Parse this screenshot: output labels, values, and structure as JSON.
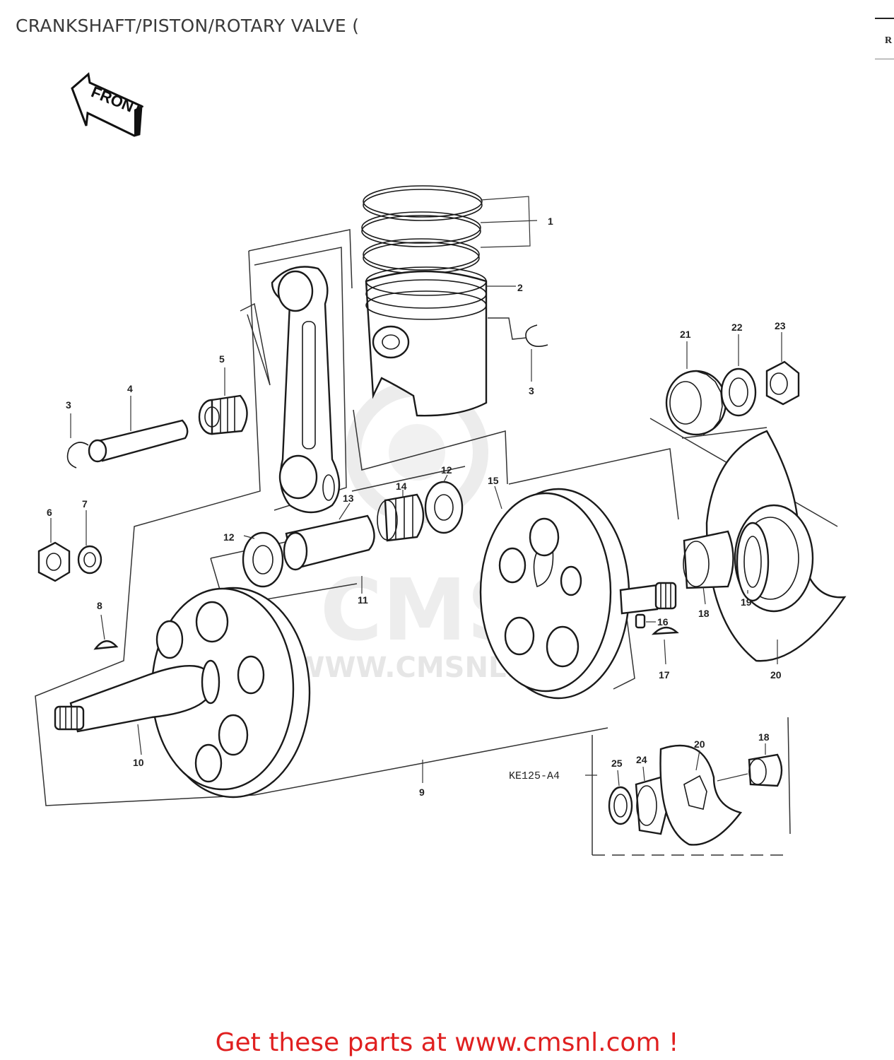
{
  "title": "CRANKSHAFT/PISTON/ROTARY VALVE (",
  "corner_mark": "R",
  "front_label": "FRONT",
  "watermark": {
    "logo_text": "CMS",
    "url_text": "WWW.CMSNL.COM"
  },
  "model_code": "KE125-A4",
  "callouts": {
    "c1": "1",
    "c2": "2",
    "c3a": "3",
    "c3b": "3",
    "c4": "4",
    "c5": "5",
    "c6": "6",
    "c7": "7",
    "c8": "8",
    "c9": "9",
    "c10": "10",
    "c11": "11",
    "c12a": "12",
    "c12b": "12",
    "c13": "13",
    "c14": "14",
    "c15": "15",
    "c16": "16",
    "c17": "17",
    "c18a": "18",
    "c18b": "18",
    "c19": "19",
    "c20a": "20",
    "c20b": "20",
    "c21": "21",
    "c22": "22",
    "c23": "23",
    "c24": "24",
    "c25": "25"
  },
  "footer": "Get these parts at www.cmsnl.com !",
  "colors": {
    "footer": "#e02020",
    "line": "#1a1a1a",
    "watermark": "#e6e6e6"
  }
}
